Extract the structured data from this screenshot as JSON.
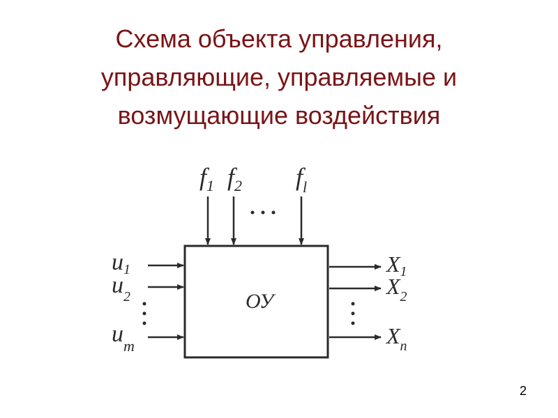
{
  "slide": {
    "title_lines": [
      "Схема объекта управления,",
      "управляющие, управляемые и",
      "возмущающие воздействия"
    ],
    "page_number": "2"
  },
  "diagram": {
    "block_label": "ОУ",
    "disturbances": [
      {
        "symbol": "f",
        "subscript": "1"
      },
      {
        "symbol": "f",
        "subscript": "2"
      },
      {
        "symbol": "f",
        "subscript": "l"
      }
    ],
    "control_inputs": [
      {
        "symbol": "u",
        "subscript": "1"
      },
      {
        "symbol": "u",
        "subscript": "2"
      },
      {
        "symbol": "u",
        "subscript": "m"
      }
    ],
    "outputs": [
      {
        "symbol": "X",
        "subscript": "1"
      },
      {
        "symbol": "X",
        "subscript": "2"
      },
      {
        "symbol": "X",
        "subscript": "n"
      }
    ],
    "colors": {
      "title": "#7a1416",
      "lines": "#2a2a2a"
    }
  }
}
